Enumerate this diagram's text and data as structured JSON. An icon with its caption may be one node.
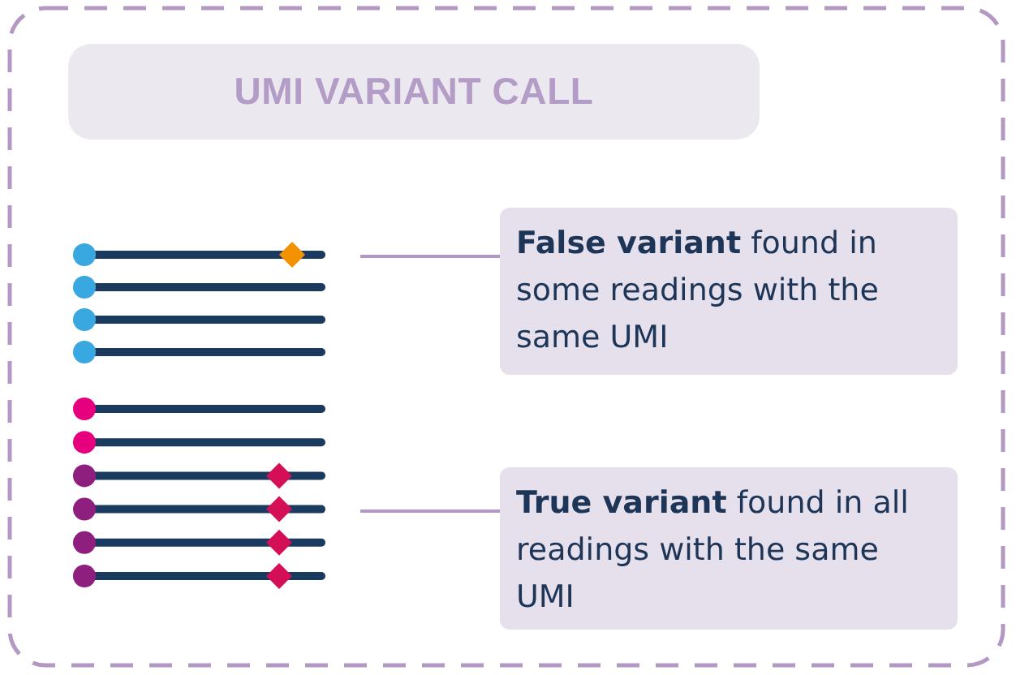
{
  "diagram": {
    "nodes": [
      {
        "text": [
          "UMI VARIANT CALL"
        ]
      },
      {
        "text": [],
        "shape": "picture"
      },
      {
        "text": [],
        "shape": "picture"
      },
      {
        "text": [
          "**False variant** found in some readings with the same UMI"
        ]
      },
      {
        "text": [
          "**True variant** found in all readings with the same UMI"
        ]
      }
    ],
    "edges": [
      {
        "from": 3,
        "to": 1,
        "arrow": "none"
      },
      {
        "from": 4,
        "to": 2,
        "arrow": "none"
      }
    ]
  }
}
